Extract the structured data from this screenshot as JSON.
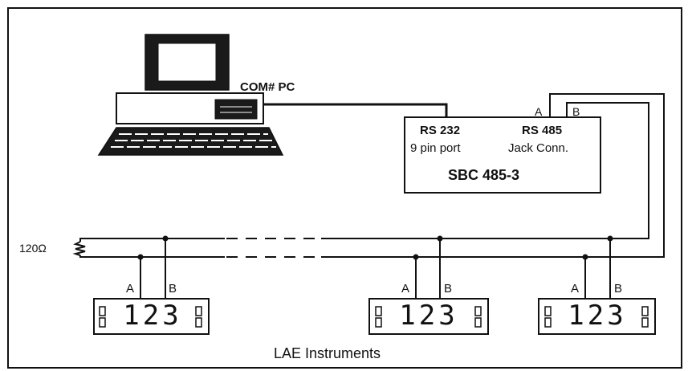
{
  "pc": {
    "label": "COM# PC"
  },
  "converter": {
    "rs232_title": "RS 232",
    "rs232_sub": "9 pin port",
    "rs485_title": "RS 485",
    "rs485_sub": "Jack Conn.",
    "name": "SBC 485-3",
    "terminal_a": "A",
    "terminal_b": "B"
  },
  "termination": {
    "label": "120Ω"
  },
  "instruments": [
    {
      "a": "A",
      "b": "B",
      "display": "123"
    },
    {
      "a": "A",
      "b": "B",
      "display": "123"
    },
    {
      "a": "A",
      "b": "B",
      "display": "123"
    }
  ],
  "caption": "LAE Instruments"
}
